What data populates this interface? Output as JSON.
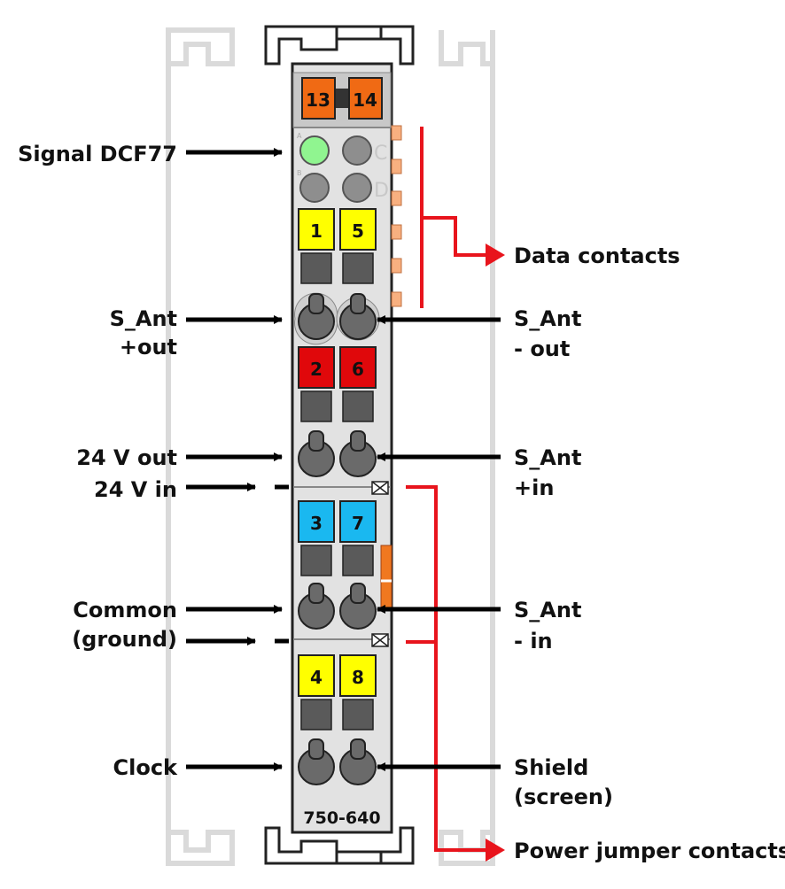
{
  "module": {
    "model": "750-640",
    "top_connectors": [
      "13",
      "14"
    ],
    "leds": {
      "letter_a": "A",
      "letter_b": "B",
      "letter_c": "C",
      "letter_d": "D"
    },
    "terminals": [
      {
        "left": "1",
        "right": "5",
        "color": "#ffff00"
      },
      {
        "left": "2",
        "right": "6",
        "color": "#e0080b"
      },
      {
        "left": "3",
        "right": "7",
        "color": "#1ab8f0"
      },
      {
        "left": "4",
        "right": "8",
        "color": "#ffff00"
      }
    ]
  },
  "labels_left": {
    "signal_dcf77": "Signal DCF77",
    "s_ant_out_plus_1": "S_Ant",
    "s_ant_out_plus_2": "+out",
    "v24_out": "24 V out",
    "v24_in": "24 V in",
    "common_1": "Common",
    "common_2": "(ground)",
    "clock": "Clock"
  },
  "labels_right": {
    "data_contacts": "Data contacts",
    "s_ant_out_minus_1": "S_Ant",
    "s_ant_out_minus_2": "- out",
    "s_ant_in_plus_1": "S_Ant",
    "s_ant_in_plus_2": "+in",
    "s_ant_in_minus_1": "S_Ant",
    "s_ant_in_minus_2": "- in",
    "shield_1": "Shield",
    "shield_2": "(screen)",
    "power_jumper": "Power jumper contacts"
  },
  "colors": {
    "housing": "#e2e2e2",
    "housing_dark": "#c8c8c8",
    "orange": "#f06a14",
    "led_green": "#90f590",
    "led_grey": "#8e8e8e",
    "red_line": "#e8141c",
    "arrow": "#000000"
  }
}
